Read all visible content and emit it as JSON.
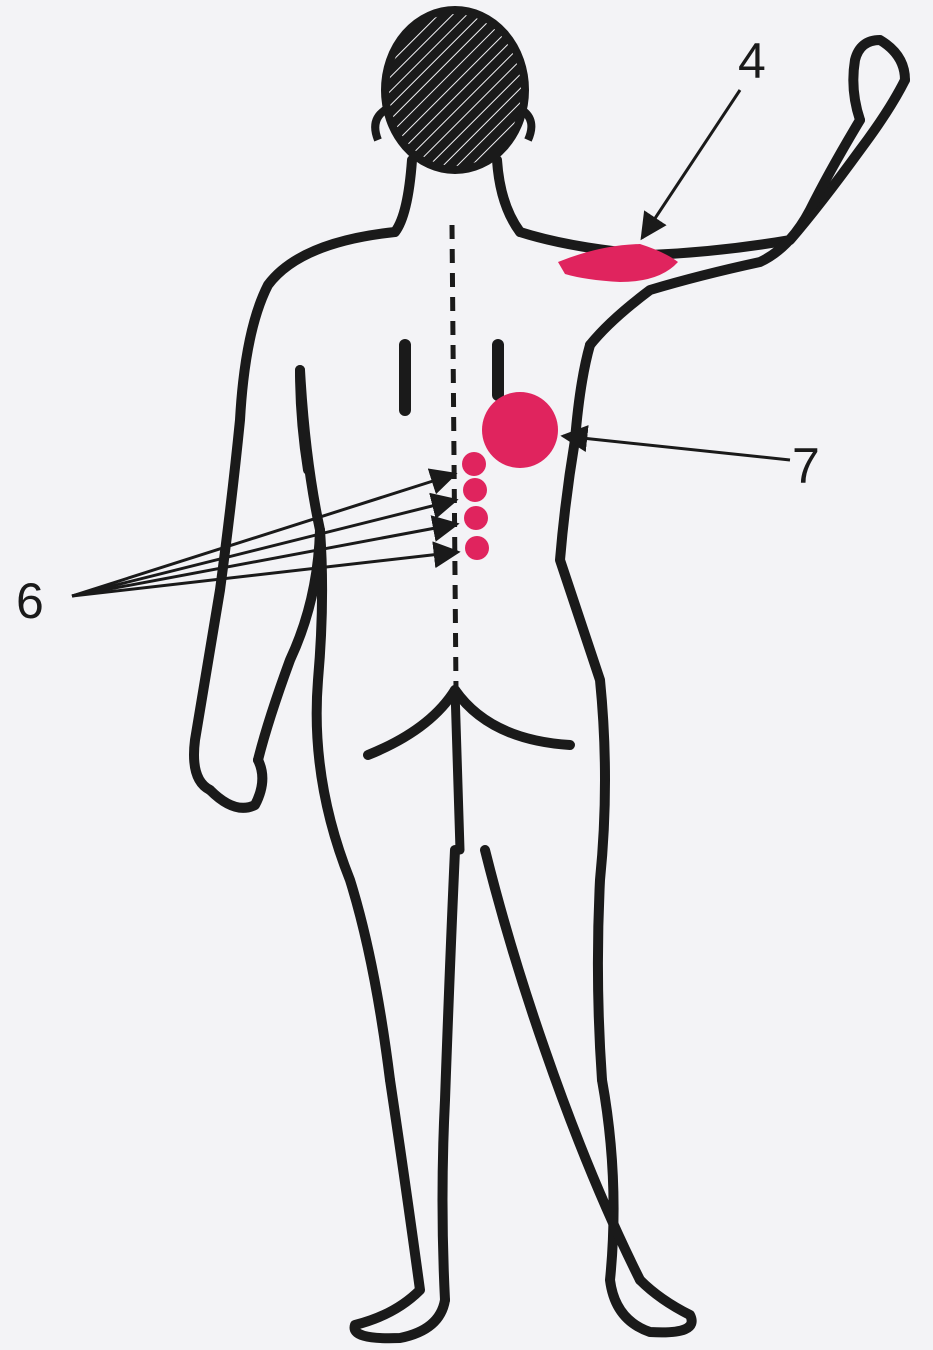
{
  "labels": {
    "label_4": "4",
    "label_6": "6",
    "label_7": "7"
  },
  "colors": {
    "background": "#f3f3f6",
    "outline": "#1a1a1a",
    "marker": "#e0245e"
  }
}
